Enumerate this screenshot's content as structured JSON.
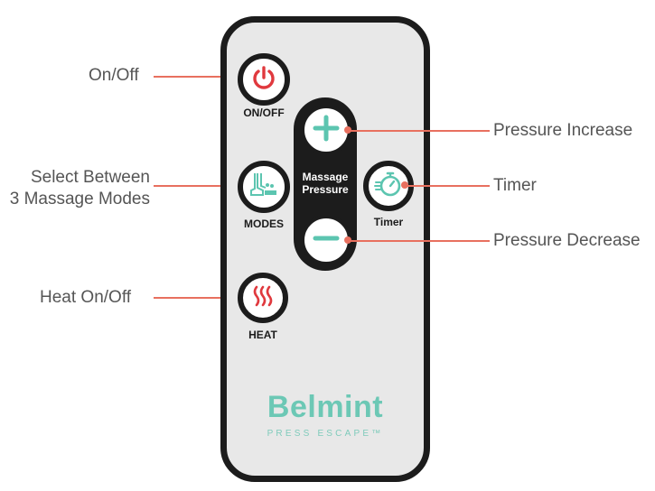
{
  "callouts": {
    "on_off": "On/Off",
    "select_line1": "Select Between",
    "select_line2": "3 Massage Modes",
    "heat": "Heat On/Off",
    "pressure_increase": "Pressure Increase",
    "timer": "Timer",
    "pressure_decrease": "Pressure Decrease"
  },
  "remote": {
    "button_labels": {
      "on_off": "ON/OFF",
      "modes": "MODES",
      "heat": "HEAT",
      "timer": "Timer"
    },
    "pressure_label_line1": "Massage",
    "pressure_label_line2": "Pressure",
    "brand": "Belmint",
    "tagline": "PRESS ESCAPE™"
  },
  "colors": {
    "callout_line": "#e8705f",
    "power_icon": "#e0393e",
    "heat_icon": "#e0393e",
    "accent_teal": "#5cc5b0",
    "remote_body": "#e8e8e8",
    "remote_border": "#1c1c1c"
  },
  "icons": {
    "on_off": "power-icon",
    "modes": "foot-massage-icon",
    "heat": "heat-waves-icon",
    "timer": "stopwatch-icon",
    "increase": "plus-icon",
    "decrease": "minus-icon"
  }
}
